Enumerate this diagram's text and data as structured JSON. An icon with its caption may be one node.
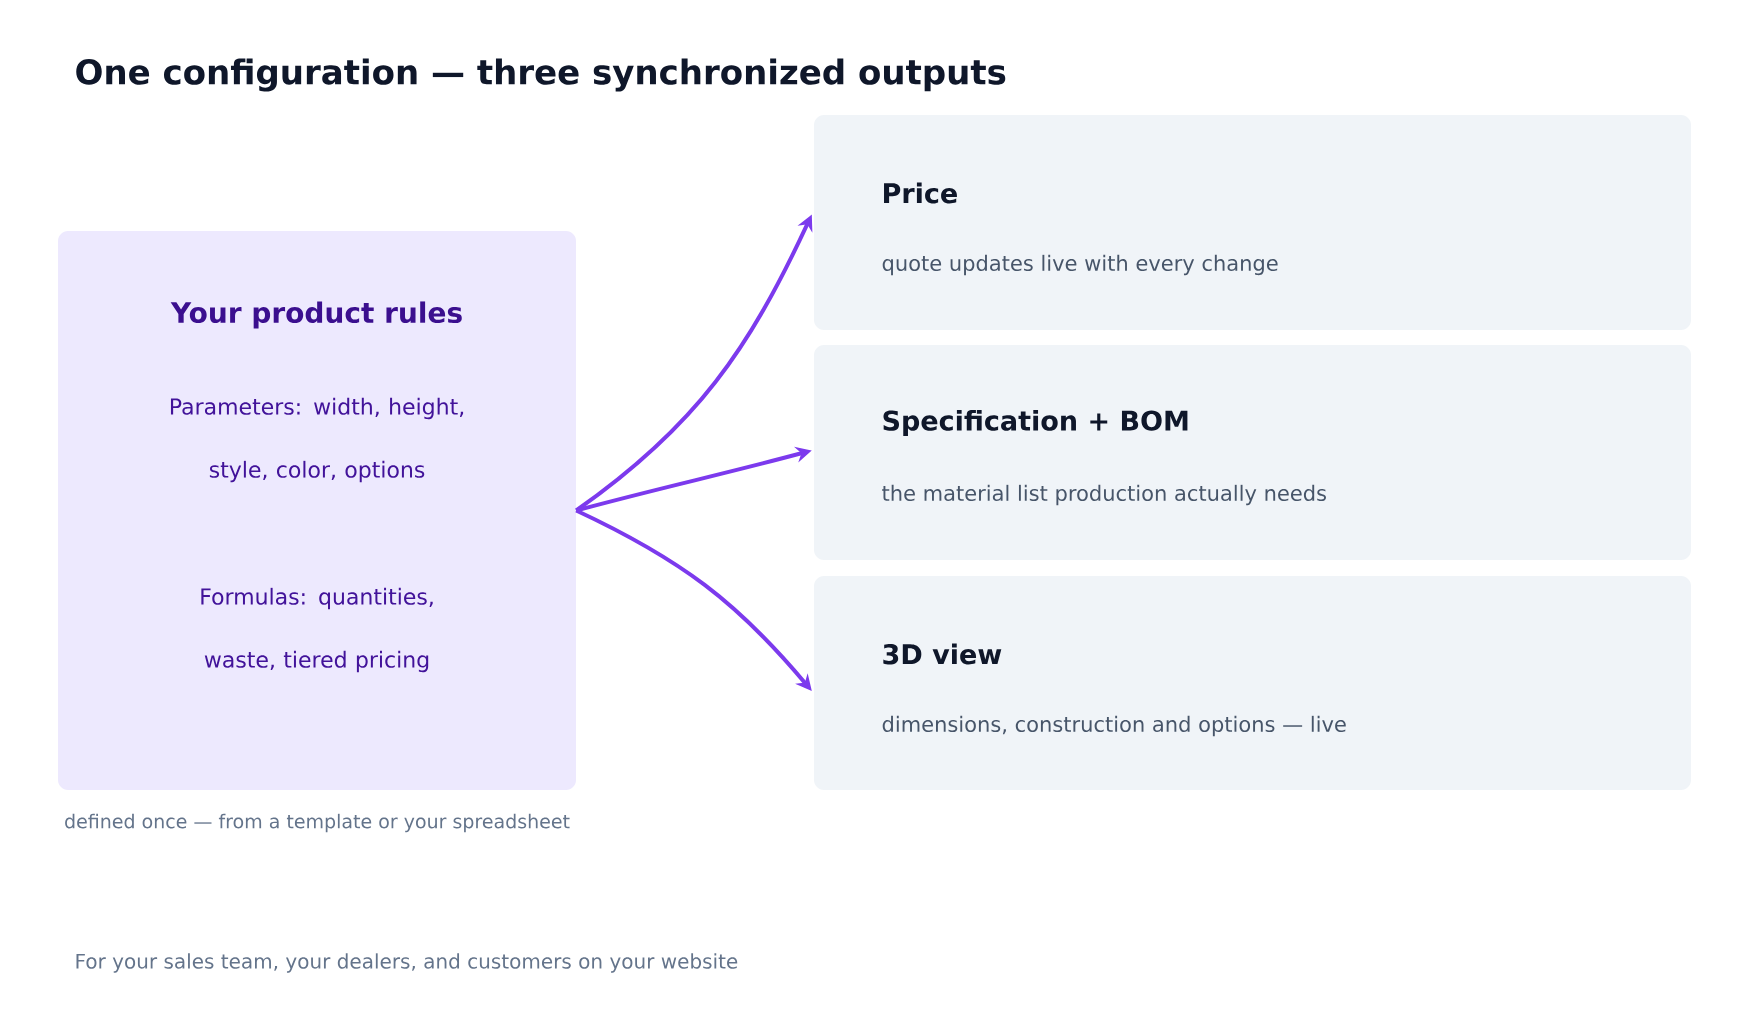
{
  "diagram": {
    "title": "One configuration — three synchronized outputs",
    "nodes": [
      {
        "text": [
          "Your product rules",
          "Parameters: width, height, style, color, options",
          "Formulas: quantities, waste, tiered pricing"
        ],
        "beside": [
          "defined once — from a template or your spreadsheet"
        ]
      },
      {
        "text": [
          "Price",
          "quote updates live with every change"
        ]
      },
      {
        "text": [
          "Specification + BOM",
          "the material list production actually needs"
        ]
      },
      {
        "text": [
          "3D view",
          "dimensions, construction and options — live"
        ]
      }
    ],
    "edges": [
      {
        "from": 0,
        "to": 1,
        "arrow": "to"
      },
      {
        "from": 0,
        "to": 2,
        "arrow": "to"
      },
      {
        "from": 0,
        "to": 3,
        "arrow": "to"
      }
    ],
    "labels": [
      "For your sales team, your dealers, and customers on your website"
    ]
  }
}
